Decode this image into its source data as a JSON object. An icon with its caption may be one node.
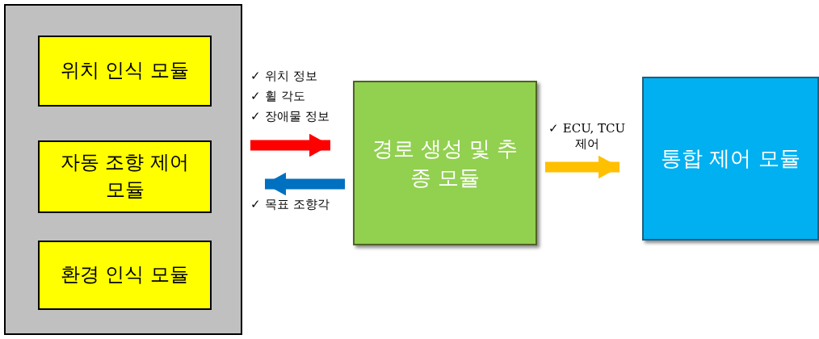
{
  "diagram": {
    "nodes": [
      {
        "text": [],
        "shape": "box"
      },
      {
        "text": [
          "위치 인식 모듈"
        ],
        "in": 0
      },
      {
        "text": [
          "자동 조향 제어 모듈"
        ],
        "in": 0
      },
      {
        "text": [
          "환경 인식 모듈"
        ],
        "in": 0
      },
      {
        "text": [
          "경로 생성 및 추종 모듈"
        ]
      },
      {
        "text": [
          "통합 제어 모듈"
        ]
      }
    ],
    "edges": [
      {
        "from": 0,
        "to": 4,
        "arrow": "to",
        "color": "#ff0000"
      },
      {
        "from": 4,
        "to": 0,
        "arrow": "to",
        "color": "#0070c0"
      },
      {
        "from": 4,
        "to": 5,
        "arrow": "to",
        "color": "#ffc000"
      }
    ],
    "labels": [
      "✓ 위치 정보",
      "✓ 휠 각도",
      "✓ 장애물 정보",
      "✓ 목표 조향각",
      "✓ ECU, TCU 제어"
    ]
  }
}
